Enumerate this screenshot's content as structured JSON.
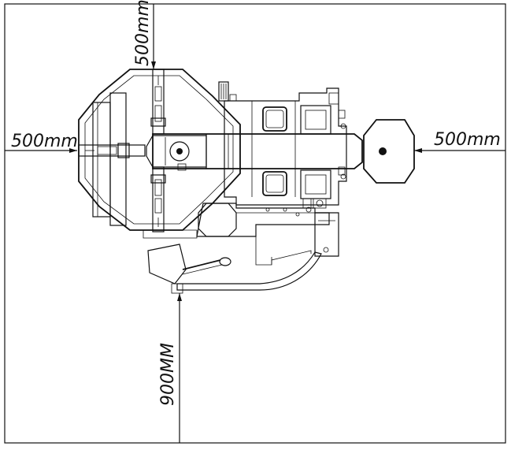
{
  "dimensions": {
    "top": "500mm",
    "left": "500mm",
    "right": "500mm",
    "bottom": "900MM"
  }
}
